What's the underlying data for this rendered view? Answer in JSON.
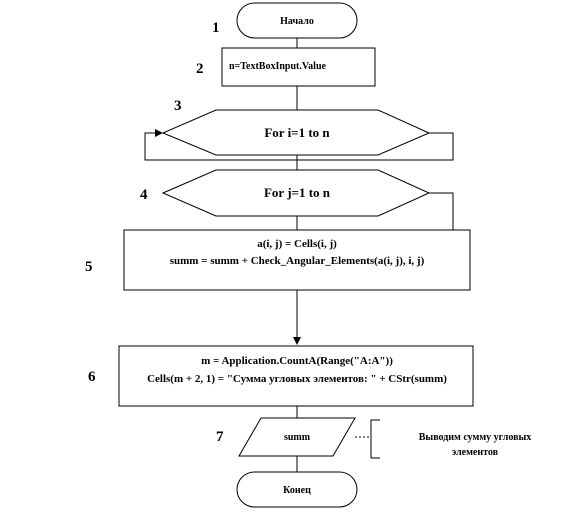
{
  "flowchart": {
    "start": {
      "number": "1",
      "text": "Начало"
    },
    "input": {
      "number": "2",
      "text": "n=TextBoxInput.Value"
    },
    "loop_i": {
      "number": "3",
      "text": "For i=1  to n"
    },
    "loop_j": {
      "number": "4",
      "text": "For j=1 to n"
    },
    "process1": {
      "number": "5",
      "line1": "a(i, j) = Cells(i, j)",
      "line2": "summ = summ + Check_Angular_Elements(a(i, j), i, j)"
    },
    "process2": {
      "number": "6",
      "line1": "m = Application.CountA(Range(\"A:A\"))",
      "line2": "Cells(m  + 2, 1) = \"Сумма угловых элементов: \" + CStr(summ)"
    },
    "output": {
      "number": "7",
      "text": "summ"
    },
    "comment": {
      "line1": "Выводим сумму угловых",
      "line2": "элементов"
    },
    "end": {
      "text": "Конец"
    }
  }
}
